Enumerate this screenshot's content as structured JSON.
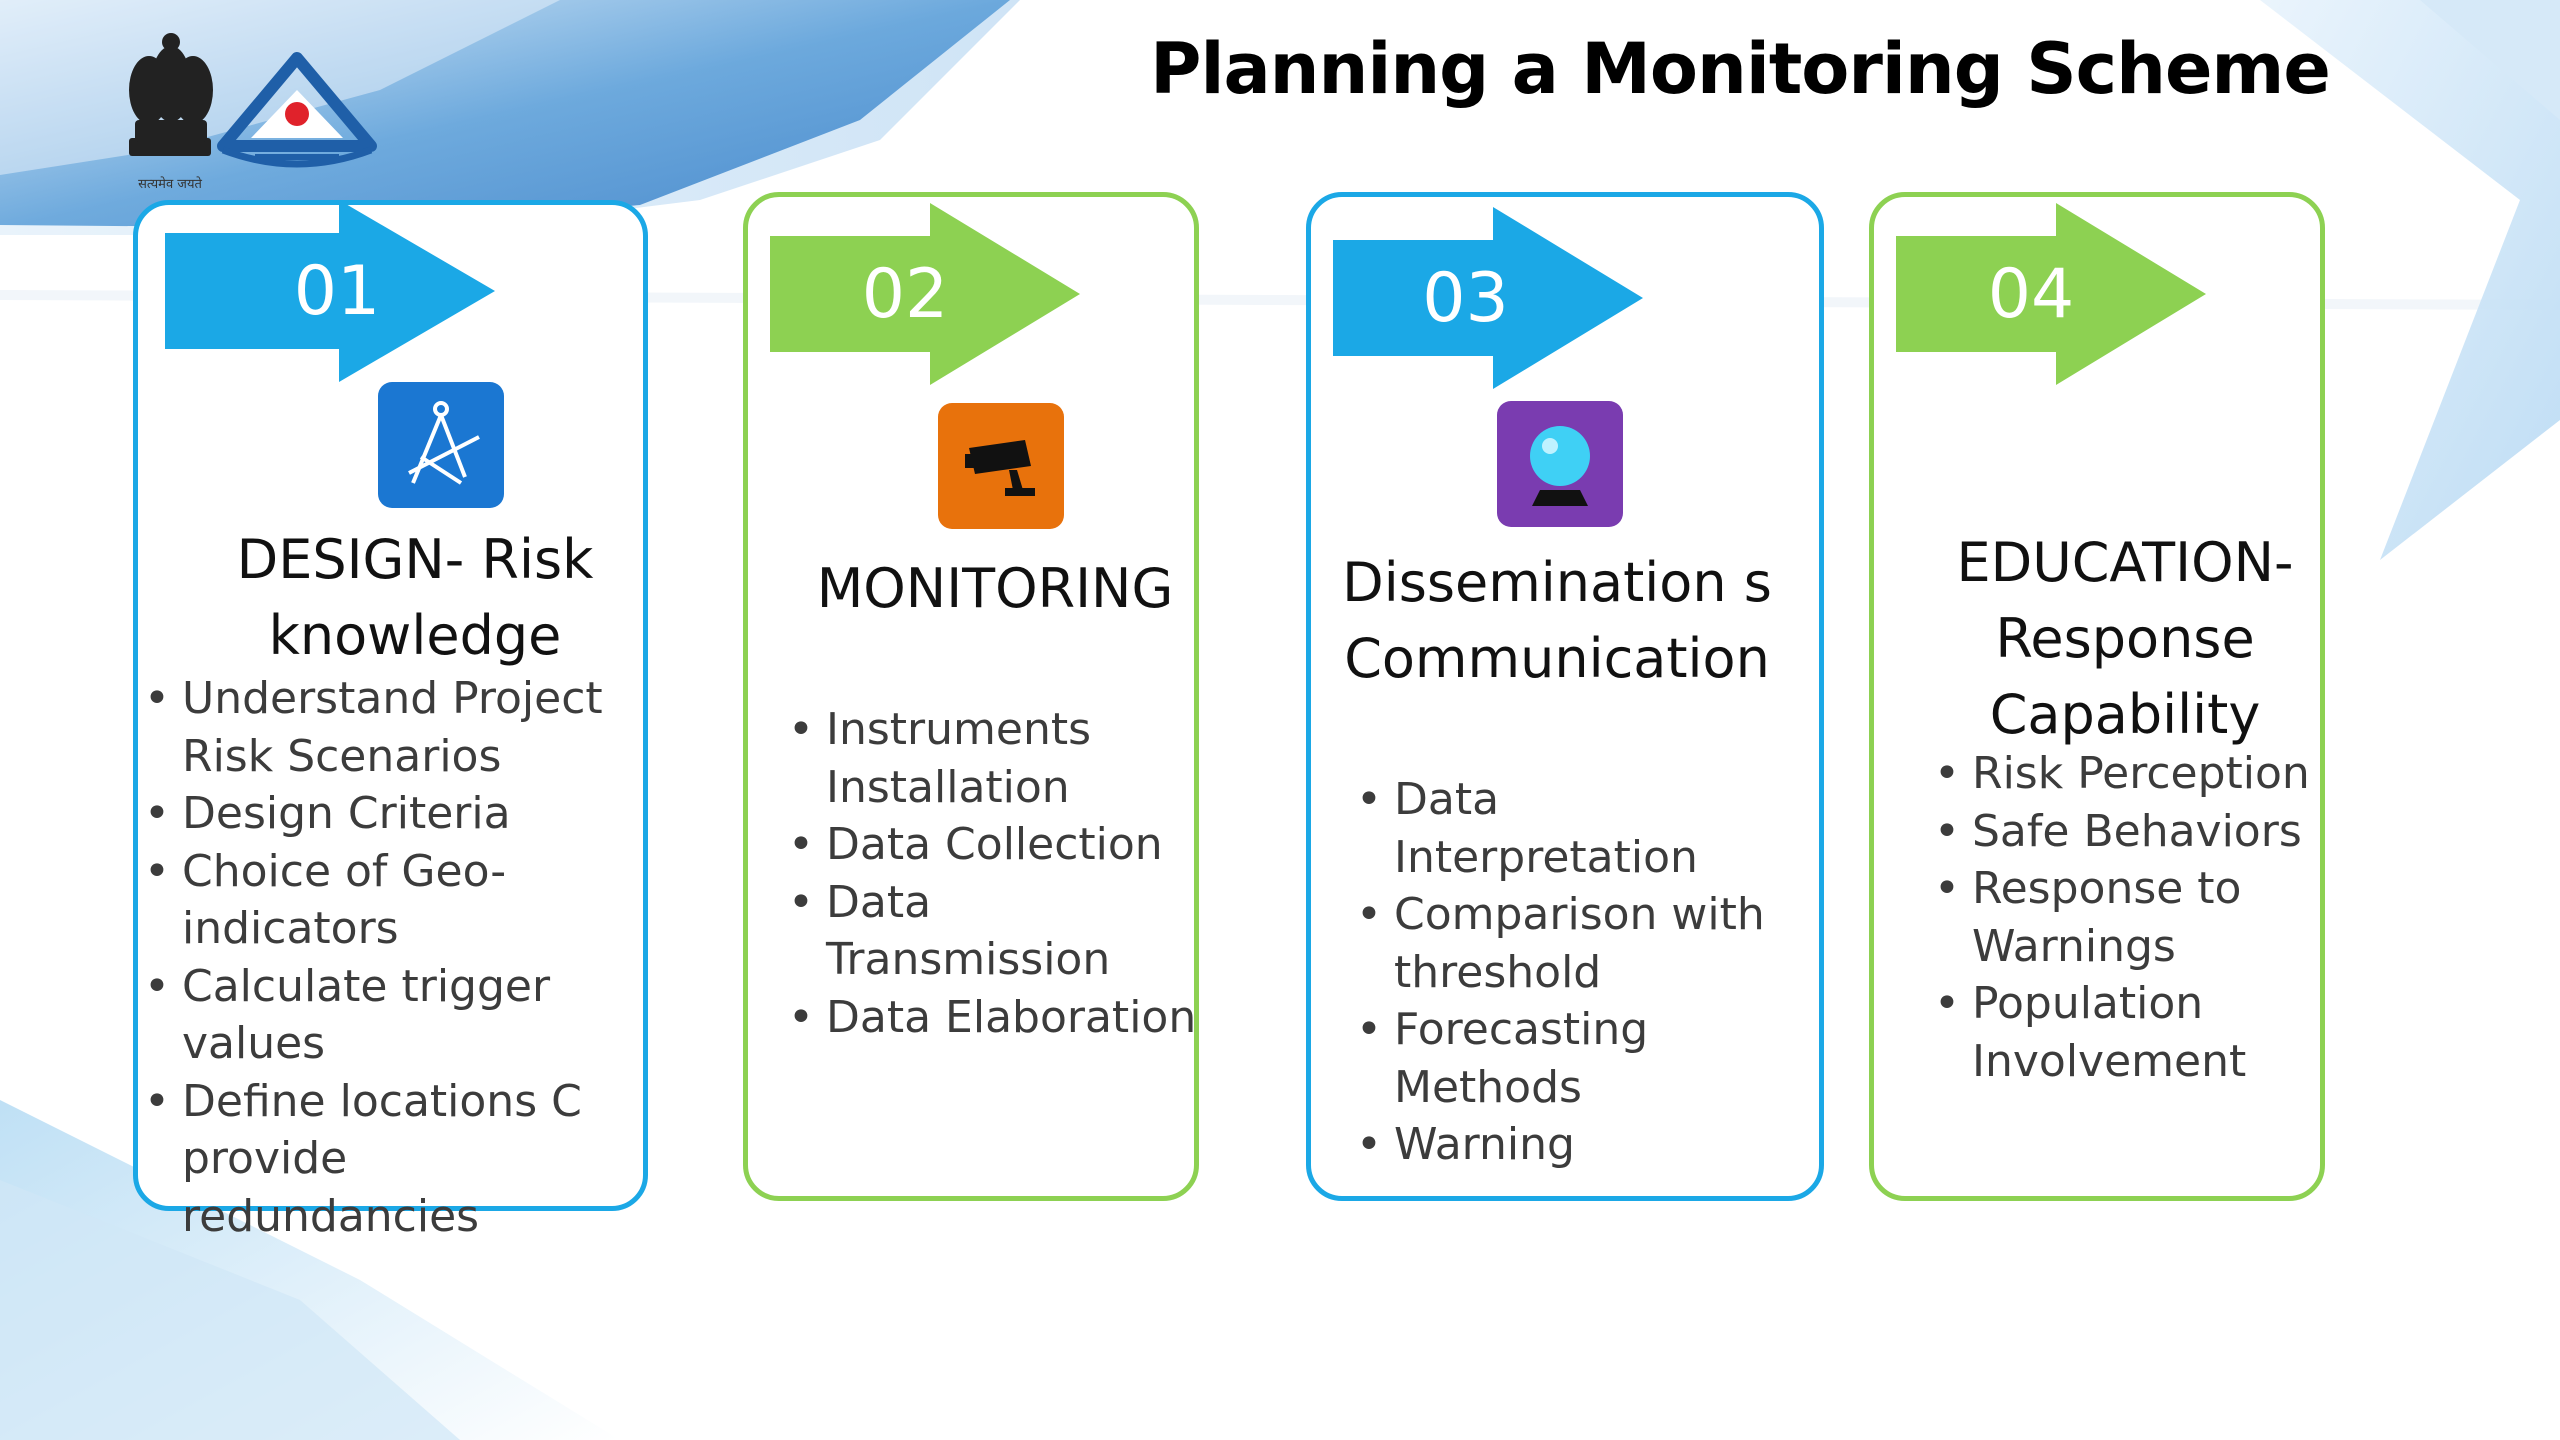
{
  "slide": {
    "title": "Planning a Monitoring Scheme",
    "logo_caption": "सत्यमेव जयते"
  },
  "colors": {
    "blue": "#1ba8e6",
    "green": "#8dd152",
    "design_icon_bg": "#1b77d2",
    "monitoring_icon_bg": "#e8720c",
    "dissemination_icon_bg": "#7a3cb0"
  },
  "steps": [
    {
      "number": "01",
      "icon": "drafting-compass-icon",
      "heading_lines": [
        "DESIGN- Risk",
        "knowledge"
      ],
      "bullets": [
        "Understand Project Risk Scenarios",
        "Design Criteria",
        "Choice of Geo-indicators",
        "Calculate trigger values",
        "Define locations C provide redundancies"
      ]
    },
    {
      "number": "02",
      "icon": "security-camera-icon",
      "heading_lines": [
        "MONITORING"
      ],
      "bullets": [
        "Instruments Installation",
        "Data Collection",
        "Data Transmission",
        "Data Elaboration"
      ]
    },
    {
      "number": "03",
      "icon": "crystal-ball-icon",
      "heading_lines": [
        "Dissemination s",
        "Communication"
      ],
      "bullets": [
        "Data Interpretation",
        "Comparison with threshold",
        "Forecasting Methods",
        "Warning"
      ]
    },
    {
      "number": "04",
      "icon": "",
      "heading_lines": [
        "EDUCATION-",
        "Response",
        "Capability"
      ],
      "bullets": [
        "Risk Perception",
        "Safe Behaviors",
        "Response to Warnings",
        "Population Involvement"
      ]
    }
  ]
}
